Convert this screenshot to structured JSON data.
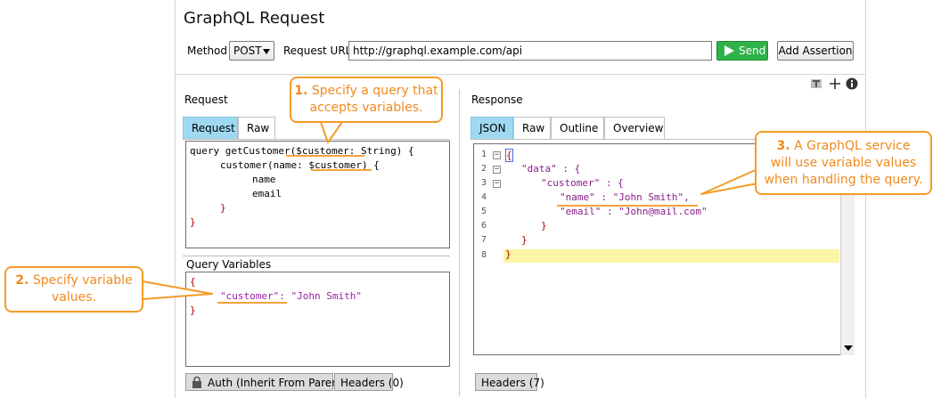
{
  "window": {
    "title": "GraphQL Request"
  },
  "toolbar": {
    "method_label": "Method",
    "method_value": "POST",
    "url_label": "Request URL:",
    "url_value": "http://graphql.example.com/api",
    "send_label": "Send",
    "add_assertion_label": "Add Assertion"
  },
  "request": {
    "section_label": "Request",
    "tabs": [
      {
        "label": "Request",
        "active": true
      },
      {
        "label": "Raw",
        "active": false
      }
    ],
    "query_lines": [
      "query getCustomer($customer: String) {",
      "customer(name: $customer) {",
      "name",
      "email",
      "}",
      "}"
    ],
    "variables_label": "Query Variables",
    "variable_lines": [
      "{",
      "\"customer\": \"John Smith\"",
      "}"
    ],
    "bottom_tabs": [
      "Auth (Inherit From Parent)",
      "Headers (0)"
    ]
  },
  "response": {
    "section_label": "Response",
    "tabs": [
      {
        "label": "JSON",
        "active": true
      },
      {
        "label": "Raw",
        "active": false
      },
      {
        "label": "Outline",
        "active": false
      },
      {
        "label": "Overview",
        "active": false
      }
    ],
    "line_numbers": [
      "1",
      "2",
      "3",
      "4",
      "5",
      "6",
      "7",
      "8"
    ],
    "lines": [
      "{",
      "\"data\" : {",
      "\"customer\" : {",
      "\"name\" : \"John Smith\",",
      "\"email\" : \"John@mail.com\"",
      "}",
      "}",
      "}"
    ],
    "bottom_tabs": [
      "Headers (7)"
    ]
  },
  "callouts": [
    {
      "number": "1.",
      "text_a": "Specify a query that",
      "text_b": "accepts variables."
    },
    {
      "number": "2.",
      "text_a": "Specify variable",
      "text_b": "values."
    },
    {
      "number": "3.",
      "text_a": "A GraphQL service",
      "text_b": "will use variable values",
      "text_c": "when handling the query."
    }
  ],
  "colors": {
    "accent": "#f39b29",
    "active_tab": "#9fd9f1",
    "send": "#2fb24a",
    "highlight": "#fbf5a4"
  }
}
